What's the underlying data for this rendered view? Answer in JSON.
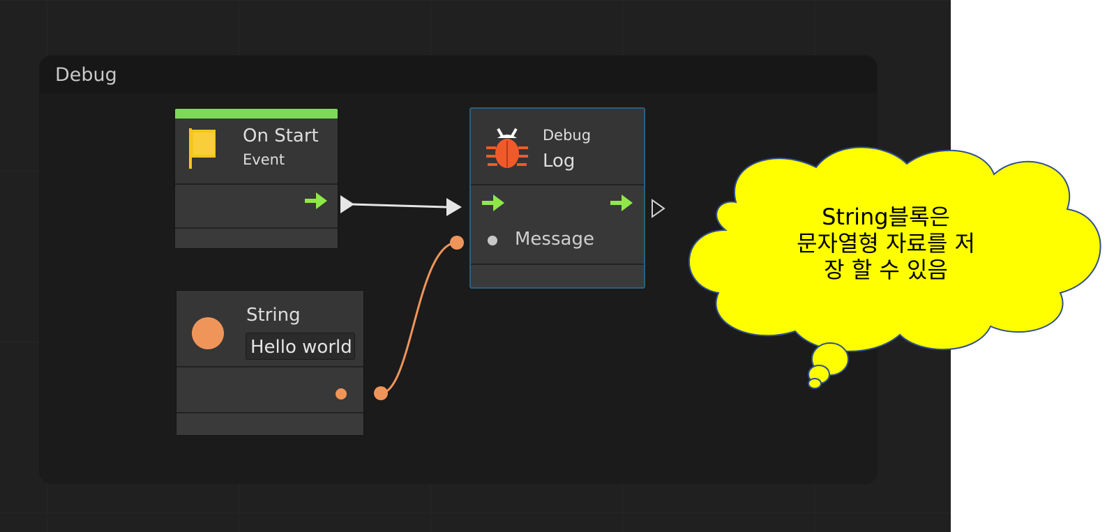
{
  "group": {
    "title": "Debug"
  },
  "on_start": {
    "title": "On Start",
    "subtitle": "Event"
  },
  "debug_log": {
    "title": "Debug",
    "subtitle": "Log",
    "message_label": "Message"
  },
  "string_node": {
    "title": "String",
    "value": "Hello world"
  },
  "callout": {
    "lines": [
      "String블록은",
      "문자열형 자료를 저",
      "장 할 수 있음"
    ]
  },
  "colors": {
    "event_bar": "#7ed956",
    "flow_arrow": "#8ee84a",
    "string_port": "#f0955a",
    "debug_bug": "#f05a2b",
    "flag": "#f6c61e",
    "callout_fill": "#ffff00"
  },
  "icons": {
    "flag": "flag-icon",
    "bug": "bug-icon",
    "flow_arrow": "arrow-right-icon"
  }
}
